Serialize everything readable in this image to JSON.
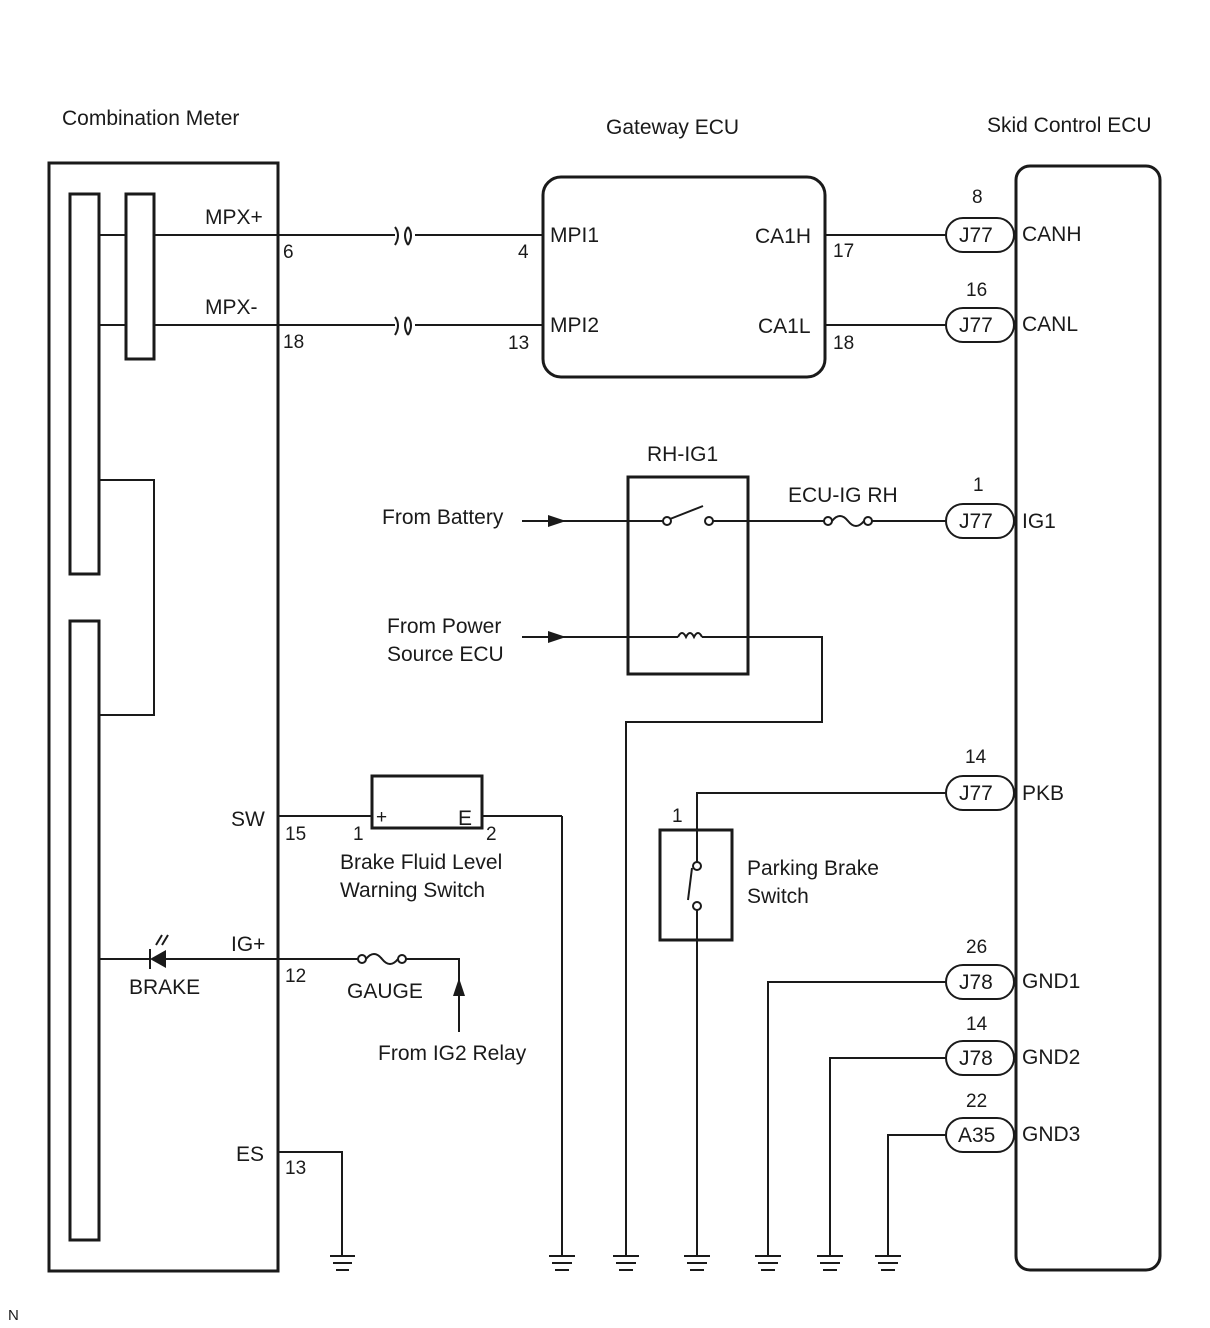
{
  "components": {
    "combination_meter": "Combination Meter",
    "gateway_ecu": "Gateway ECU",
    "skid_control_ecu": "Skid Control ECU",
    "relay": "RH-IG1",
    "fuse_ecu_ig": "ECU-IG RH",
    "fuse_gauge": "GAUGE",
    "brake_fluid_switch_line1": "Brake Fluid Level",
    "brake_fluid_switch_line2": "Warning Switch",
    "parking_brake_line1": "Parking Brake",
    "parking_brake_line2": "Switch",
    "brake_lamp": "BRAKE"
  },
  "sources": {
    "battery": "From Battery",
    "power_source_line1": "From Power",
    "power_source_line2": "Source ECU",
    "ig2_relay": "From IG2 Relay"
  },
  "meter_terminals": {
    "mpx_plus": "MPX+",
    "mpx_plus_pin": "6",
    "mpx_minus": "MPX-",
    "mpx_minus_pin": "18",
    "sw": "SW",
    "sw_pin": "15",
    "ig_plus": "IG+",
    "ig_plus_pin": "12",
    "es": "ES",
    "es_pin": "13"
  },
  "gateway_terminals": {
    "mpi1": "MPI1",
    "mpi1_pin": "4",
    "mpi2": "MPI2",
    "mpi2_pin": "13",
    "ca1h": "CA1H",
    "ca1h_pin": "17",
    "ca1l": "CA1L",
    "ca1l_pin": "18"
  },
  "brake_switch_terminals": {
    "plus": "+",
    "plus_pin": "1",
    "e": "E",
    "e_pin": "2"
  },
  "parking_switch_pin": "1",
  "skid_connectors": [
    {
      "pin": "8",
      "connector": "J77",
      "terminal": "CANH"
    },
    {
      "pin": "16",
      "connector": "J77",
      "terminal": "CANL"
    },
    {
      "pin": "1",
      "connector": "J77",
      "terminal": "IG1"
    },
    {
      "pin": "14",
      "connector": "J77",
      "terminal": "PKB"
    },
    {
      "pin": "26",
      "connector": "J78",
      "terminal": "GND1"
    },
    {
      "pin": "14",
      "connector": "J78",
      "terminal": "GND2"
    },
    {
      "pin": "22",
      "connector": "A35",
      "terminal": "GND3"
    }
  ],
  "footer_mark": "N"
}
